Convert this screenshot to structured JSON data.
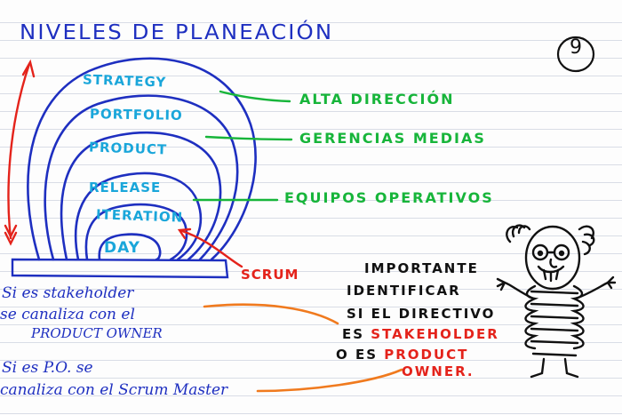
{
  "title": "NIVELES DE PLANEACIÓN",
  "page_number": "9",
  "levels": [
    {
      "label": "STRATEGY"
    },
    {
      "label": "PORTFOLIO"
    },
    {
      "label": "PRODUCT"
    },
    {
      "label": "RELEASE"
    },
    {
      "label": "ITERATION"
    },
    {
      "label": "DAY"
    }
  ],
  "roles": {
    "alta": "ALTA DIRECCIÓN",
    "gerencias": "GERENCIAS MEDIAS",
    "equipos": "EQUIPOS OPERATIVOS"
  },
  "scrum_label": "SCRUM",
  "note": {
    "line1": "IMPORTANTE",
    "line2": "IDENTIFICAR",
    "line3": "SI EL DIRECTIVO",
    "line4_a": "ES ",
    "line4_b": "STAKEHOLDER",
    "line5_a": "O ES ",
    "line5_b": "PRODUCT",
    "line6": "OWNER."
  },
  "handwritten": {
    "line1": "Si es stakeholder",
    "line2": "se canaliza con el",
    "line3": "PRODUCT OWNER",
    "line4": "Si es P.O. se",
    "line5": "canaliza con el Scrum Master"
  },
  "colors": {
    "blue": "#1e2fc0",
    "cyan": "#1aa6da",
    "green": "#17b53a",
    "red": "#e4231b",
    "orange": "#f07a1e",
    "black": "#111111"
  }
}
